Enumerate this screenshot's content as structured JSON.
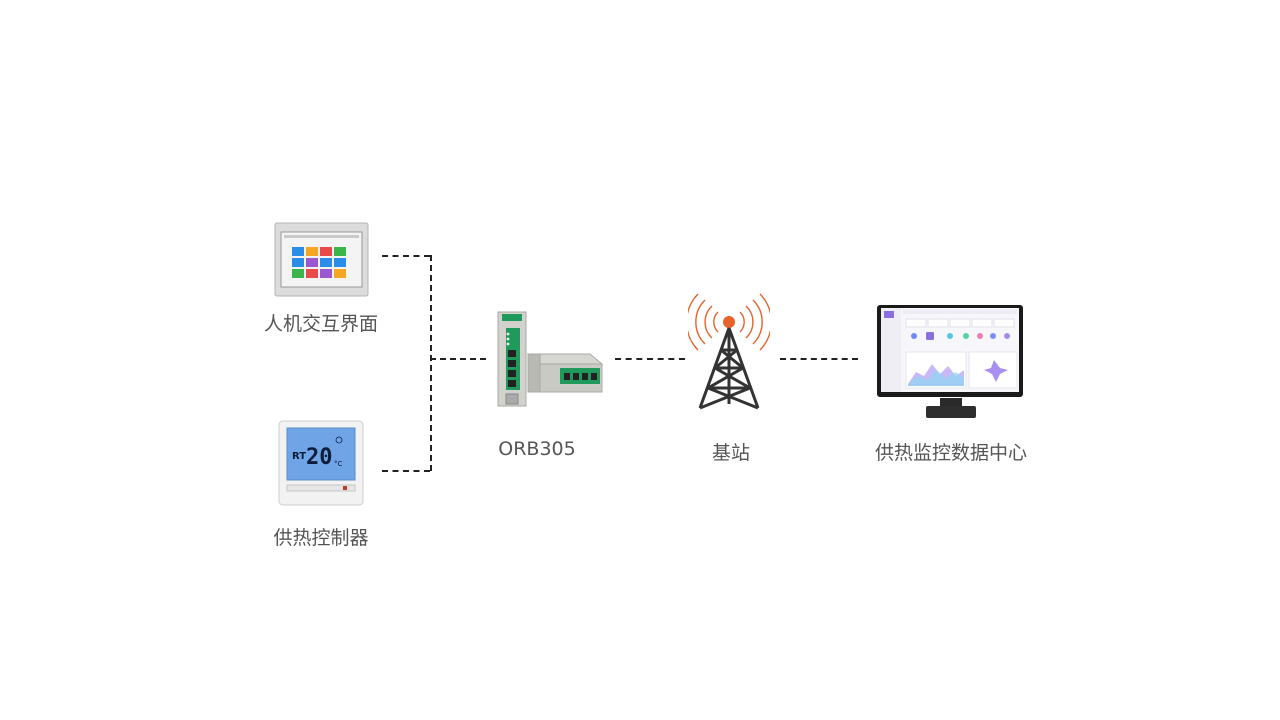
{
  "diagram": {
    "nodes": {
      "hmi": {
        "label": "人机交互界面",
        "icon": "touch-panel-icon"
      },
      "controller": {
        "label": "供热控制器",
        "icon": "thermostat-icon",
        "display": {
          "mode": "RT",
          "temperature": "20",
          "unit": "°C"
        }
      },
      "router": {
        "label": "ORB305",
        "icon": "industrial-router-icon"
      },
      "base_station": {
        "label": "基站",
        "icon": "cell-tower-icon"
      },
      "datacenter": {
        "label": "供热监控数据中心",
        "icon": "monitor-dashboard-icon"
      }
    },
    "edges": [
      {
        "from": "hmi",
        "to": "router",
        "style": "dashed"
      },
      {
        "from": "controller",
        "to": "router",
        "style": "dashed"
      },
      {
        "from": "router",
        "to": "base_station",
        "style": "dashed"
      },
      {
        "from": "base_station",
        "to": "datacenter",
        "style": "dashed"
      }
    ],
    "colors": {
      "line": "#222222",
      "label": "#555555",
      "router_green": "#1f9a5c",
      "tower_signal": "#e8622c",
      "lcd_blue": "#6fa4e6"
    }
  }
}
